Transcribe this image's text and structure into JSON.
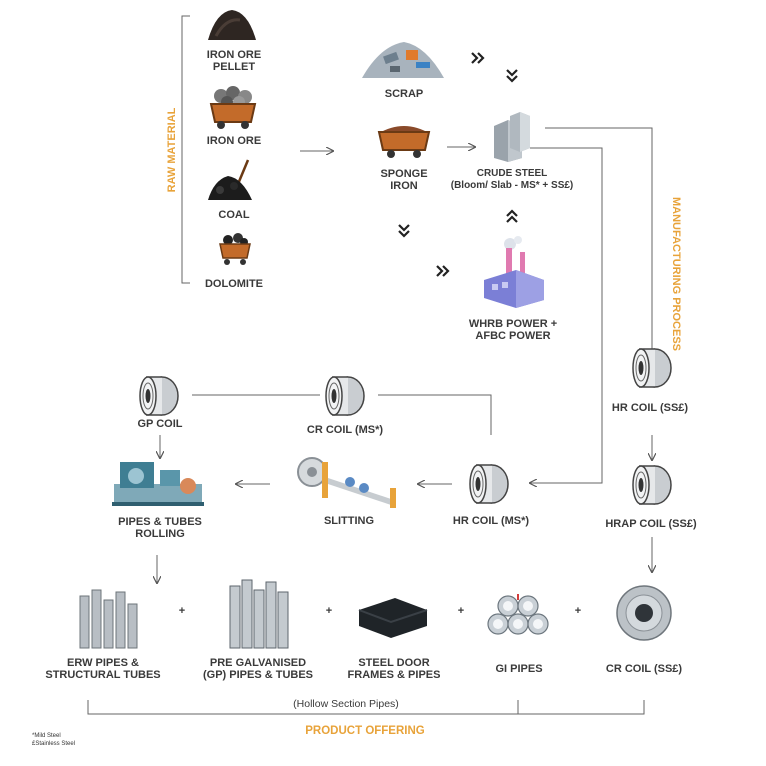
{
  "raw_material": {
    "title": "RAW MATERIAL",
    "items": [
      {
        "line1": "IRON ORE",
        "line2": "PELLET"
      },
      {
        "line1": "IRON ORE",
        "line2": ""
      },
      {
        "line1": "COAL",
        "line2": ""
      },
      {
        "line1": "DOLOMITE",
        "line2": ""
      }
    ]
  },
  "process": {
    "scrap": "SCRAP",
    "sponge_iron": {
      "line1": "SPONGE",
      "line2": "IRON"
    },
    "crude_steel": {
      "line1": "CRUDE STEEL",
      "line2": "(Bloom/ Slab - MS* + SS£)"
    },
    "power": {
      "line1": "WHRB POWER +",
      "line2": "AFBC POWER"
    },
    "manufacturing_title": "MANUFACTURING PROCESS"
  },
  "coils": {
    "hr_coil_ss": "HR COIL (SS£)",
    "hrap_coil_ss": "HRAP COIL (SS£)",
    "cr_coil_ms": "CR COIL (MS*)",
    "gp_coil": "GP COIL",
    "hr_coil_ms": "HR COIL (MS*)",
    "slitting": "SLITTING",
    "pipes_rolling": {
      "line1": "PIPES & TUBES",
      "line2": "ROLLING"
    }
  },
  "products": {
    "items": [
      {
        "line1": "ERW PIPES &",
        "line2": "STRUCTURAL TUBES"
      },
      {
        "line1": "PRE GALVANISED",
        "line2": "(GP) PIPES & TUBES"
      },
      {
        "line1": "STEEL DOOR",
        "line2": "FRAMES & PIPES"
      },
      {
        "line1": "GI PIPES",
        "line2": ""
      },
      {
        "line1": "CR COIL (SS£)",
        "line2": ""
      }
    ],
    "plus": "+",
    "hollow_label": "(Hollow Section Pipes)",
    "offering_title": "PRODUCT OFFERING"
  },
  "footnotes": {
    "ms": "*Mild Steel",
    "ss": "£Stainless Steel"
  },
  "colors": {
    "accent": "#e8a33a",
    "text": "#3a3a3a",
    "line": "#555555"
  }
}
